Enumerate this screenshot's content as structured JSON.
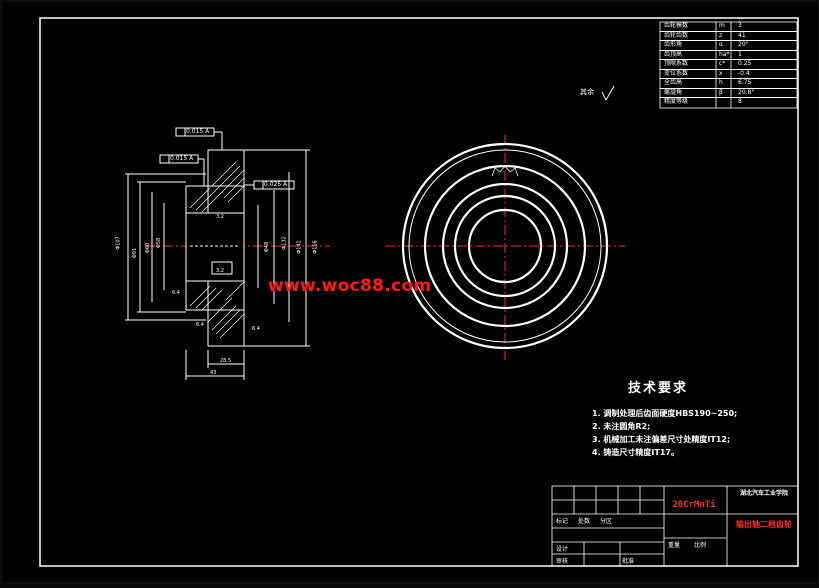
{
  "watermark": "www.woc88.com",
  "technical_requirements": {
    "title": "技术要求",
    "items": [
      "1. 调制处理后齿面硬度HBS190~250;",
      "2. 未注圆角R2;",
      "3. 机械加工未注偏差尺寸处精度IT12;",
      "4. 铸造尺寸精度IT17。"
    ]
  },
  "roughness_note": "其余",
  "parameter_table": {
    "rows": [
      {
        "name": "齿轮模数",
        "sym": "m",
        "val": "3"
      },
      {
        "name": "齿轮齿数",
        "sym": "z",
        "val": "41"
      },
      {
        "name": "齿形角",
        "sym": "α",
        "val": "20°"
      },
      {
        "name": "齿顶高",
        "sym": "ha*",
        "val": "1"
      },
      {
        "name": "顶隙系数",
        "sym": "c*",
        "val": "0.25"
      },
      {
        "name": "变位系数",
        "sym": "x",
        "val": "-0.4"
      },
      {
        "name": "全齿高",
        "sym": "h",
        "val": "6.75"
      },
      {
        "name": "螺旋角",
        "sym": "β",
        "val": "20.8°"
      },
      {
        "name": "精度等级",
        "sym": "",
        "val": "8"
      }
    ]
  },
  "title_block": {
    "material": "20CrMnTi",
    "school": "湖北汽车工业学院",
    "drawing_name": "输出轴二档齿轮",
    "labels": [
      "设计",
      "审核",
      "批准",
      "标记",
      "处数",
      "分区",
      "重量",
      "比例"
    ]
  },
  "dimensions": {
    "tolerance_frames": [
      "0.015 A",
      "0.015 A",
      "0.025 A"
    ],
    "diameters": [
      "Φ107",
      "Φ91",
      "Φ60",
      "Φ58",
      "Φ132",
      "Φ141",
      "Φ116",
      "Φ48"
    ],
    "roughness_values": [
      "6.4",
      "6.4",
      "3.2",
      "3.2",
      "6.4"
    ],
    "widths": [
      "28.5",
      "43"
    ]
  }
}
